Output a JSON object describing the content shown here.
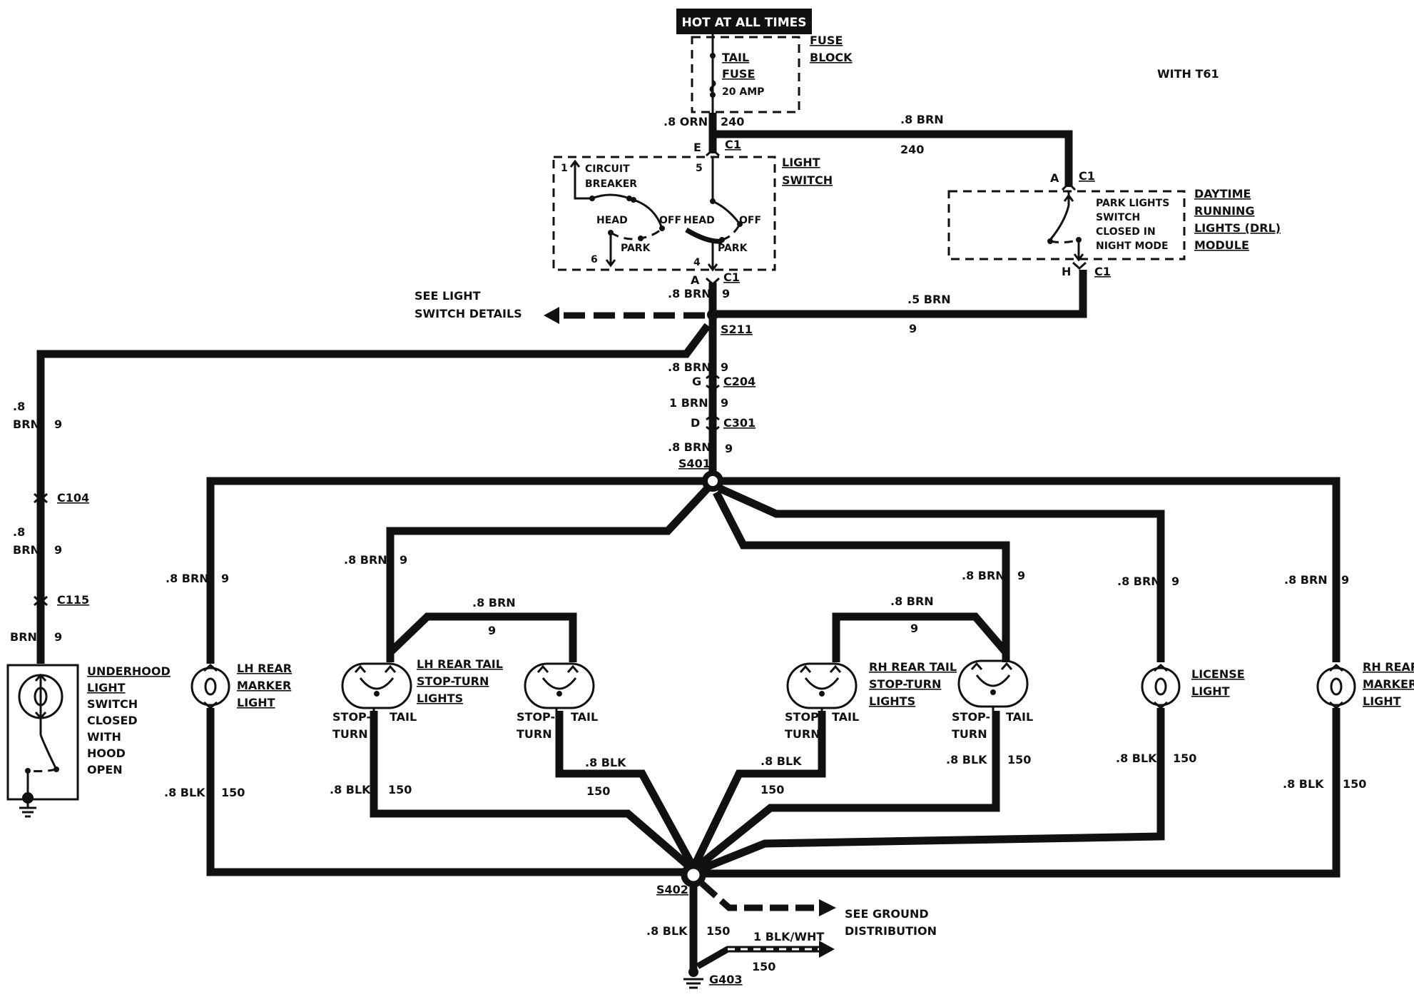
{
  "labels": {
    "hot": "HOT AT ALL TIMES",
    "fuse_block_1": "FUSE",
    "fuse_block_2": "BLOCK",
    "tail_fuse_1": "TAIL",
    "tail_fuse_2": "FUSE",
    "tail_fuse_3": "20 AMP",
    "with_t61": "WITH T61",
    "light_switch_1": "LIGHT",
    "light_switch_2": "SWITCH",
    "circuit_breaker_1": "CIRCUIT",
    "circuit_breaker_2": "BREAKER",
    "head_l": "HEAD",
    "off_l": "OFF",
    "park_l": "PARK",
    "head_r": "HEAD",
    "off_r": "OFF",
    "park_r": "PARK",
    "pin_1": "1",
    "pin_5": "5",
    "pin_6": "6",
    "pin_4": "4",
    "pin_e": "E",
    "pin_a_top": "A",
    "c1_e": "C1",
    "c1_a": "C1",
    "drl_1": "DAYTIME",
    "drl_2": "RUNNING",
    "drl_3": "LIGHTS (DRL)",
    "drl_4": "MODULE",
    "park_sw_1": "PARK LIGHTS",
    "park_sw_2": "SWITCH",
    "park_sw_3": "CLOSED IN",
    "park_sw_4": "NIGHT MODE",
    "drl_pin_a": "A",
    "drl_c1_a": "C1",
    "drl_pin_h": "H",
    "drl_c1_h": "C1",
    "see_ls_1": "SEE LIGHT",
    "see_ls_2": "SWITCH DETAILS",
    "s211": "S211",
    "c204": "C204",
    "c204_pin": "G",
    "c301": "C301",
    "c301_pin": "D",
    "s401": "S401",
    "s402": "S402",
    "g403": "G403",
    "c104": "C104",
    "c115": "C115",
    "uh_1": "UNDERHOOD",
    "uh_2": "LIGHT",
    "uh_3": "SWITCH",
    "uh_4": "CLOSED",
    "uh_5": "WITH",
    "uh_6": "HOOD",
    "uh_7": "OPEN",
    "lhm_1": "LH REAR",
    "lhm_2": "MARKER",
    "lhm_3": "LIGHT",
    "lht_1": "LH REAR TAIL",
    "lht_2": "STOP-TURN",
    "lht_3": "LIGHTS",
    "rht_1": "RH REAR TAIL",
    "rht_2": "STOP-TURN",
    "rht_3": "LIGHTS",
    "lic_1": "LICENSE",
    "lic_2": "LIGHT",
    "rhm_1": "RH REAR",
    "rhm_2": "MARKER",
    "rhm_3": "LIGHT",
    "stop": "STOP-",
    "turn": "TURN",
    "tail": "TAIL",
    "see_gd_1": "SEE GROUND",
    "see_gd_2": "DISTRIBUTION"
  },
  "wires": {
    "w_08orn": ".8 ORN",
    "w_240a": "240",
    "w_08brn_top": ".8 BRN",
    "w_240b": "240",
    "w_08brn_a": ".8 BRN",
    "w_9a": "9",
    "w_05brn": ".5 BRN",
    "w_9b": "9",
    "w_08brn_b": ".8 BRN",
    "w_9c": "9",
    "w_1brn": "1 BRN",
    "w_9d": "9",
    "w_08brn_c": ".8 BRN",
    "w_9e": "9",
    "w_08_a": ".8",
    "w_brn_a": "BRN",
    "w_9f": "9",
    "w_08_b": ".8",
    "w_brn_b": "BRN",
    "w_9g": "9",
    "w_brn_c": "BRN",
    "w_9h": "9",
    "w_lhm_brn": ".8 BRN",
    "w_lhm_9": "9",
    "w_lht_brn": ".8 BRN",
    "w_lht_9": "9",
    "w_lht2_brn": ".8 BRN",
    "w_lht2_9": "9",
    "w_rht2_brn": ".8 BRN",
    "w_rht2_9": "9",
    "w_rht_brn": ".8 BRN",
    "w_rht_9": "9",
    "w_lic_brn": ".8 BRN",
    "w_lic_9": "9",
    "w_rhm_brn": ".8 BRN",
    "w_rhm_9": "9",
    "g_lhm_blk": ".8 BLK",
    "g_lhm_150": "150",
    "g_lht_blk": ".8 BLK",
    "g_lht_150": "150",
    "g_lht2_blk": ".8 BLK",
    "g_lht2_150": "150",
    "g_rht2_blk": ".8 BLK",
    "g_rht2_150": "150",
    "g_rht_blk": ".8 BLK",
    "g_rht_150": "150",
    "g_lic_blk": ".8 BLK",
    "g_lic_150": "150",
    "g_rhm_blk": ".8 BLK",
    "g_rhm_150": "150",
    "g_main_blk": ".8 BLK",
    "g_main_150": "150",
    "g_blkwht": "1 BLK/WHT",
    "g_blkwht_150": "150"
  }
}
